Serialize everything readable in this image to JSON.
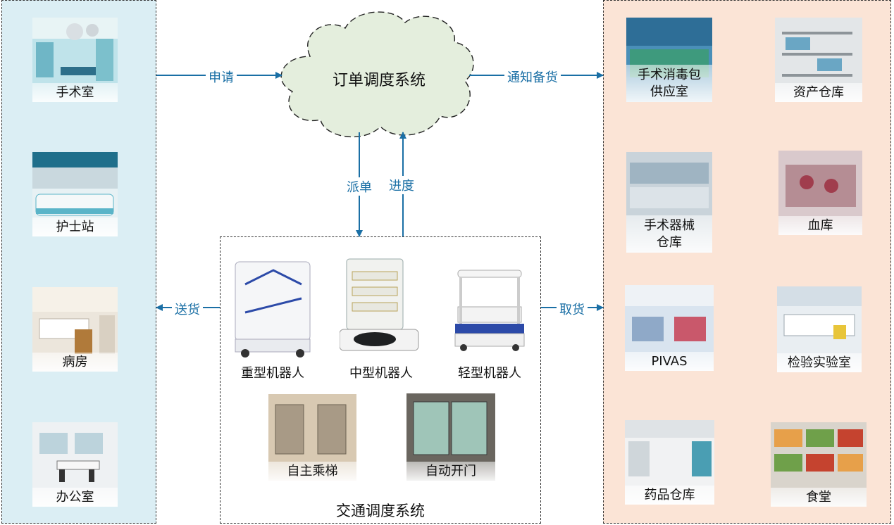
{
  "order_system": {
    "title": "订单调度系统"
  },
  "traffic_system": {
    "title": "交通调度系统"
  },
  "flows": {
    "apply": "申请",
    "notify": "通知备货",
    "dispatch": "派单",
    "progress": "进度",
    "deliver": "送货",
    "pickup": "取货"
  },
  "departments": [
    {
      "label": "手术室",
      "icon": "operating-room-photo"
    },
    {
      "label": "护士站",
      "icon": "nurse-station-photo"
    },
    {
      "label": "病房",
      "icon": "ward-photo"
    },
    {
      "label": "办公室",
      "icon": "office-photo"
    }
  ],
  "supply_sites": [
    {
      "label": "手术消毒包\n供应室"
    },
    {
      "label": "资产仓库"
    },
    {
      "label": "手术器械\n仓库"
    },
    {
      "label": "血库"
    },
    {
      "label": "PIVAS"
    },
    {
      "label": "检验实验室"
    },
    {
      "label": "药品仓库"
    },
    {
      "label": "食堂"
    }
  ],
  "robots": [
    {
      "label": "重型机器人"
    },
    {
      "label": "中型机器人"
    },
    {
      "label": "轻型机器人"
    }
  ],
  "facilities": [
    {
      "label": "自主乘梯"
    },
    {
      "label": "自动开门"
    }
  ],
  "colors": {
    "arrow": "#1a6fa5",
    "left_bg": "#dbeef4",
    "right_bg": "#fbe4d6",
    "cloud": "#e4eedd"
  }
}
